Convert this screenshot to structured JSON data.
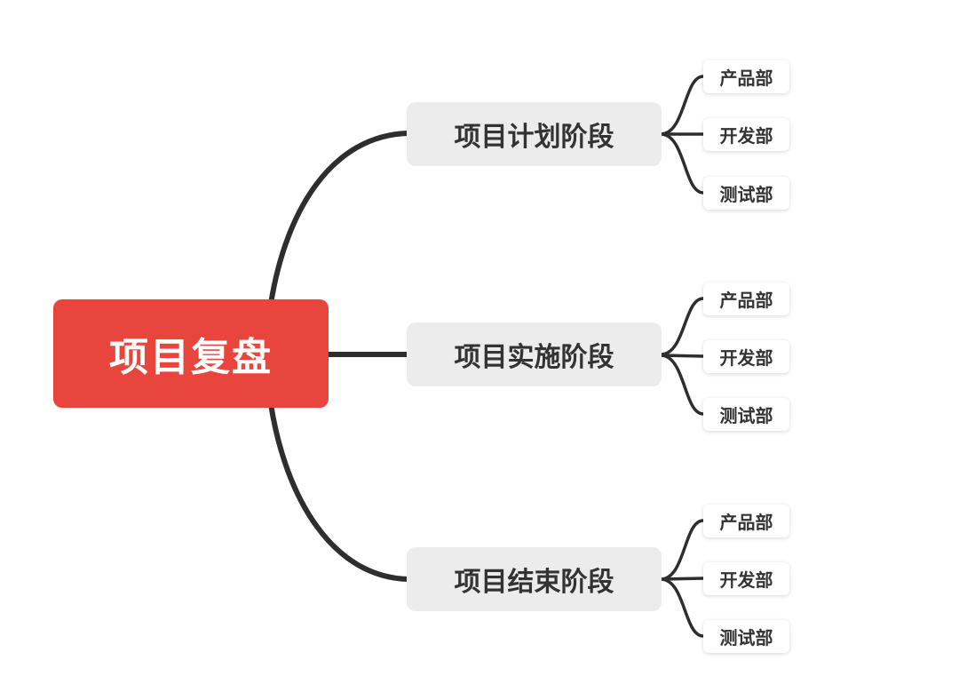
{
  "diagram": {
    "type": "mindmap",
    "root": {
      "label": "项目复盘"
    },
    "branches": [
      {
        "label": "项目计划阶段",
        "children": [
          {
            "label": "产品部"
          },
          {
            "label": "开发部"
          },
          {
            "label": "测试部"
          }
        ]
      },
      {
        "label": "项目实施阶段",
        "children": [
          {
            "label": "产品部"
          },
          {
            "label": "开发部"
          },
          {
            "label": "测试部"
          }
        ]
      },
      {
        "label": "项目结束阶段",
        "children": [
          {
            "label": "产品部"
          },
          {
            "label": "开发部"
          },
          {
            "label": "测试部"
          }
        ]
      }
    ],
    "colors": {
      "root_bg": "#e8453d",
      "root_text": "#ffffff",
      "branch_bg": "#ececec",
      "node_text": "#333333",
      "leaf_bg": "#ffffff",
      "line": "#2e2e2e"
    }
  }
}
